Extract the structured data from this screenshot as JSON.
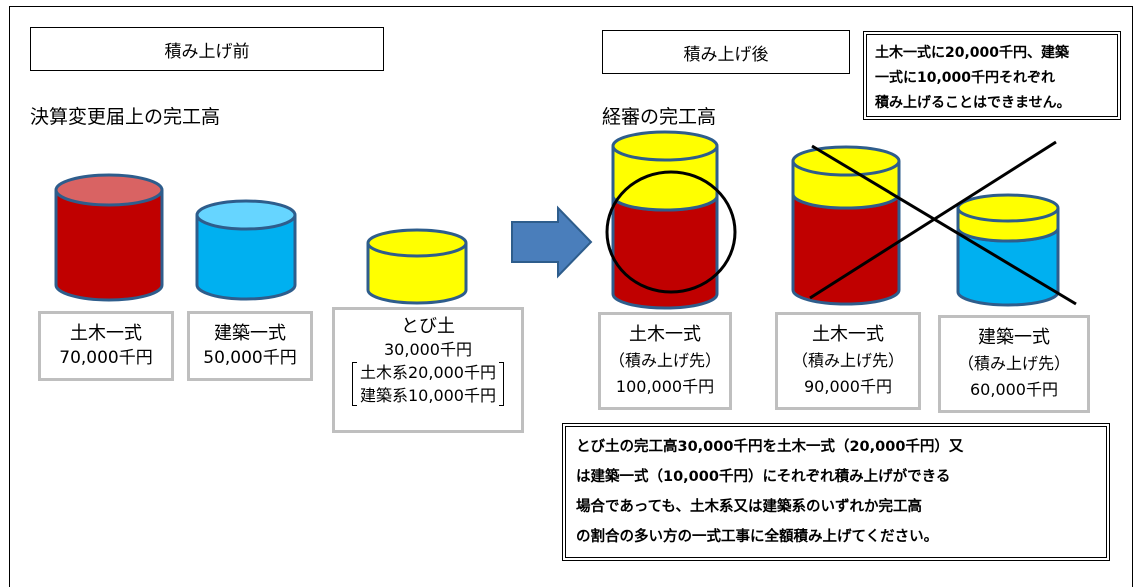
{
  "before": {
    "header": "積み上げ前",
    "subtitle": "決算変更届上の完工高",
    "items": [
      {
        "name": "土木一式",
        "amount": "70,000千円"
      },
      {
        "name": "建築一式",
        "amount": "50,000千円"
      },
      {
        "name": "とび土",
        "amount": "30,000千円",
        "breakdown": [
          "土木系20,000千円",
          "建築系10,000千円"
        ]
      }
    ]
  },
  "after": {
    "header": "積み上げ後",
    "subtitle": "経審の完工高",
    "items": [
      {
        "name": "土木一式",
        "note": "（積み上げ先）",
        "amount": "100,000千円"
      },
      {
        "name": "土木一式",
        "note": "（積み上げ先）",
        "amount": "90,000千円"
      },
      {
        "name": "建築一式",
        "note": "（積み上げ先）",
        "amount": "60,000千円"
      }
    ]
  },
  "warning_note": [
    "土木一式に20,000千円、建築",
    "一式に10,000千円それぞれ",
    "積み上げることはできません。"
  ],
  "rule_note": [
    "とび土の完工高30,000千円を土木一式（20,000千円）又",
    "は建築一式（10,000千円）にそれぞれ積み上げができる",
    "場合であっても、土木系又は建築系のいずれか完工高",
    "の割合の多い方の一式工事に全額積み上げてください。"
  ],
  "colors": {
    "civil": "#c00000",
    "civil_top": "#d96363",
    "building": "#00b0f0",
    "building_top": "#66d5ff",
    "tobi": "#ffff00",
    "outline": "#2e5d8c",
    "arrow": "#4a7ebb",
    "label_border": "#bfbfbf"
  }
}
